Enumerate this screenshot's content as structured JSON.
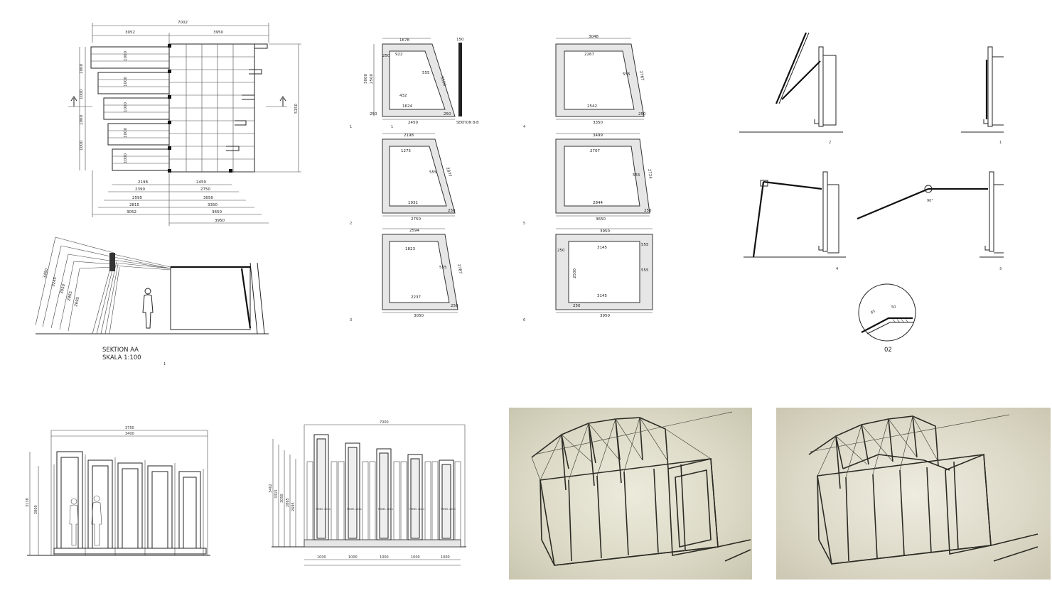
{
  "plan": {
    "overall": "7002",
    "top_left": "3052",
    "top_right": "3950",
    "height": "5150",
    "rows": [
      "1000",
      "1000",
      "1000",
      "1000",
      "1000"
    ],
    "dims": [
      {
        "l": "2198",
        "r": "2450"
      },
      {
        "l": "2390",
        "r": "2750"
      },
      {
        "l": "2595",
        "r": "3050"
      },
      {
        "l": "2815",
        "r": "3350"
      },
      {
        "l": "3052",
        "r": "3650"
      },
      {
        "l": "",
        "r": "3950"
      }
    ]
  },
  "section": {
    "title": "SEKTION AA",
    "scale": "SKALA 1:100",
    "heights": [
      "3460",
      "3245",
      "3050",
      "2865",
      "2695"
    ],
    "num": "1"
  },
  "frames_left": [
    {
      "num": "1",
      "top": "1678",
      "inner_top": "922",
      "bottom_in": "1624",
      "bottom": "2450",
      "diag": "3166",
      "side": "555",
      "h1": "3000",
      "h2": "2500",
      "a": "250",
      "b": "250",
      "c": "250",
      "small": "432",
      "detail_w": "150",
      "detail_label": "SEKTION B-B"
    },
    {
      "num": "2",
      "top": "2198",
      "inner_top": "1275",
      "bottom_in": "1931",
      "bottom": "2750",
      "diag": "2877",
      "side": "555",
      "c": "250"
    },
    {
      "num": "3",
      "top": "2594",
      "inner_top": "1823",
      "bottom_in": "2237",
      "bottom": "3050",
      "diag": "2787",
      "side": "555",
      "c": "250"
    }
  ],
  "frames_right": [
    {
      "num": "4",
      "top": "3048",
      "inner_top": "2267",
      "bottom_in": "2542",
      "bottom": "3350",
      "diag": "2767",
      "side": "555",
      "c": "250"
    },
    {
      "num": "5",
      "top": "3499",
      "inner_top": "2707",
      "bottom_in": "2844",
      "bottom": "3650",
      "diag": "2724",
      "side": "555",
      "c": "250"
    },
    {
      "num": "6",
      "top": "3950",
      "inner_top": "3145",
      "bottom_in": "3145",
      "bottom": "3950",
      "h": "2500",
      "a": "250",
      "b": "250",
      "side1": "555",
      "side2": "555"
    }
  ],
  "hinges": {
    "labels": [
      "2",
      "1",
      "4",
      "3"
    ],
    "angle_label": "90°",
    "detail_label": "02",
    "detail_dims": [
      "85",
      "50"
    ]
  },
  "elevations": {
    "left_top": "3750",
    "left_sub": "3400",
    "left_heights": [
      "3138",
      "2800"
    ],
    "right_top": "7000",
    "right_dims": [
      "1000",
      "1000",
      "1000",
      "1000",
      "1000"
    ],
    "right_heights": [
      "3462",
      "3315",
      "3050",
      "2865",
      "2695"
    ],
    "panel_label": "PANEL 200x"
  },
  "sketches": {
    "count": "2"
  }
}
